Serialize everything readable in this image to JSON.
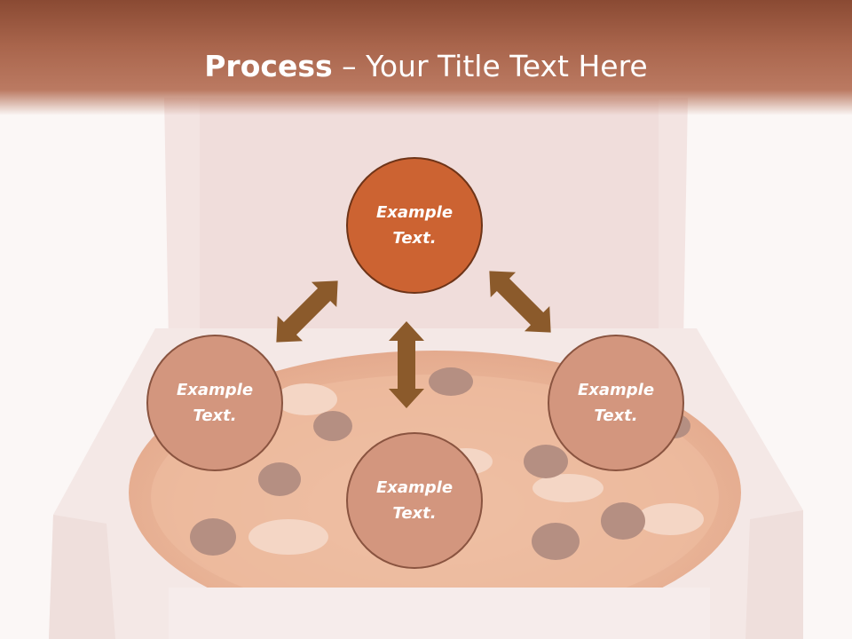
{
  "title": {
    "bold": "Process",
    "rest": " – Your Title Text Here"
  },
  "nodes": [
    {
      "label": "Example Text."
    },
    {
      "label": "Example Text."
    },
    {
      "label": "Example Text."
    },
    {
      "label": "Example Text."
    }
  ],
  "colors": {
    "header": "#a9654c",
    "node_primary": "#cc6332",
    "node_secondary": "#d3967e",
    "arrow": "#8b5a2b"
  }
}
